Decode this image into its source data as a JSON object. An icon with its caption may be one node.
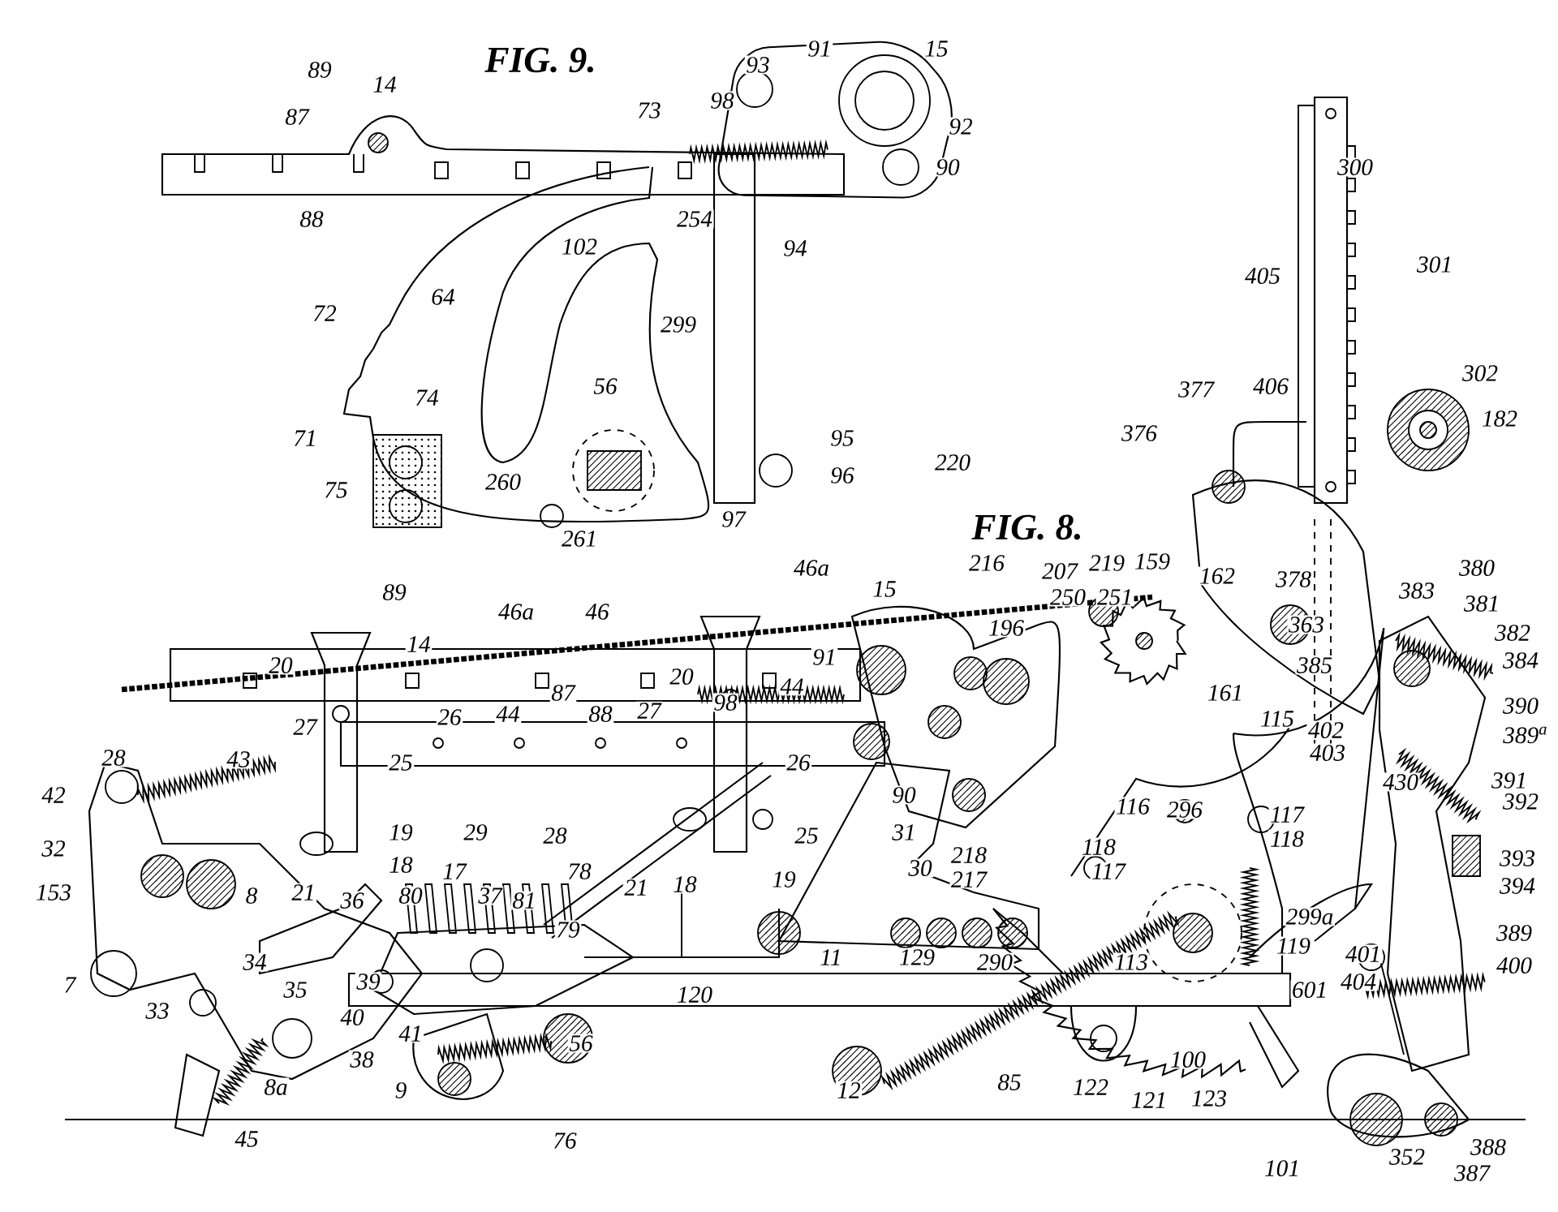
{
  "diagram": {
    "labels": [
      "FIG. 9.",
      "93",
      "91",
      "15",
      "89",
      "14",
      "98",
      "73",
      "87",
      "92",
      "90",
      "300",
      "88",
      "254",
      "102",
      "94",
      "405",
      "301",
      "64",
      "72",
      "299",
      "302",
      "56",
      "377",
      "406",
      "74",
      "182",
      "376",
      "95",
      "71",
      "220",
      "96",
      "260",
      "75",
      "97",
      "261",
      "FIG. 8.",
      "216",
      "207",
      "219",
      "159",
      "162",
      "378",
      "46a",
      "15",
      "89",
      "250",
      "251",
      "46a",
      "46",
      "363",
      "383",
      "380",
      "196",
      "381",
      "382",
      "14",
      "91",
      "384",
      "385",
      "20",
      "20",
      "161",
      "44",
      "87",
      "390",
      "98",
      "27",
      "88",
      "44",
      "26",
      "115",
      "27",
      "402",
      "389$^{a}$",
      "403",
      "28",
      "43",
      "25",
      "26",
      "430",
      "391",
      "42",
      "90",
      "392",
      "116",
      "296",
      "117",
      "29",
      "19",
      "28",
      "25",
      "31",
      "118",
      "118",
      "32",
      "218",
      "393",
      "18",
      "17",
      "30",
      "78",
      "117",
      "19",
      "217",
      "18",
      "394",
      "21",
      "153",
      "21",
      "8",
      "80",
      "37",
      "36",
      "81",
      "299a",
      "79",
      "389",
      "119",
      "401",
      "11",
      "129",
      "34",
      "113",
      "290",
      "400",
      "39",
      "7",
      "404",
      "35",
      "601",
      "120",
      "33",
      "40",
      "41",
      "56",
      "38",
      "100",
      "85",
      "8a",
      "122",
      "9",
      "12",
      "121",
      "123",
      "45",
      "76",
      "388",
      "352",
      "101",
      "387"
    ]
  }
}
